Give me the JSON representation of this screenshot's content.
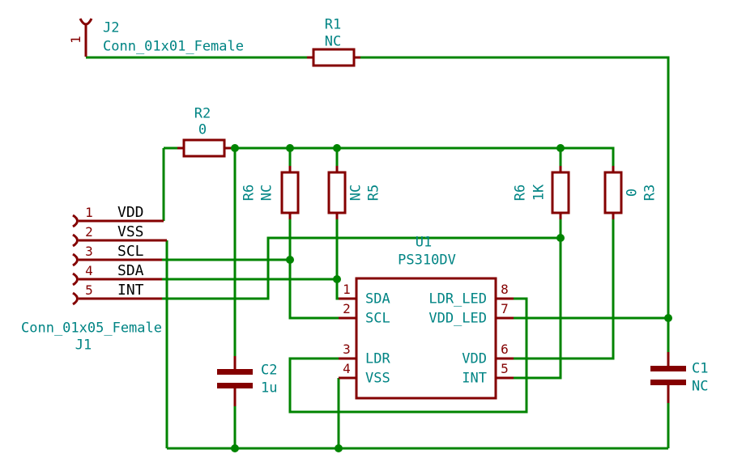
{
  "palette": {
    "wire_green": "#008400",
    "component_red": "#840000",
    "label_teal": "#008484",
    "pin_label_black": "#000000",
    "background": "#ffffff"
  },
  "j2": {
    "ref": "J2",
    "value": "Conn_01x01_Female",
    "pin_number": "1"
  },
  "j1": {
    "ref": "J1",
    "value": "Conn_01x05_Female",
    "pins": [
      {
        "num": "1",
        "label": "VDD"
      },
      {
        "num": "2",
        "label": "VSS"
      },
      {
        "num": "3",
        "label": "SCL"
      },
      {
        "num": "4",
        "label": "SDA"
      },
      {
        "num": "5",
        "label": "INT"
      }
    ]
  },
  "r1": {
    "ref": "R1",
    "value": "NC"
  },
  "r2": {
    "ref": "R2",
    "value": "0"
  },
  "rv1": {
    "ref": "R6",
    "value": "NC"
  },
  "rv2": {
    "ref": "R5",
    "value": "NC"
  },
  "rv3": {
    "ref": "R6",
    "value": "1K"
  },
  "rv4": {
    "ref": "R3",
    "value": "0"
  },
  "c2": {
    "ref": "C2",
    "value": "1u"
  },
  "c1": {
    "ref": "C1",
    "value": "NC"
  },
  "u1": {
    "ref": "U1",
    "value": "PS310DV",
    "left_pins": [
      {
        "num": "1",
        "name": "SDA"
      },
      {
        "num": "2",
        "name": "SCL"
      },
      {
        "num": "3",
        "name": "LDR"
      },
      {
        "num": "4",
        "name": "VSS"
      }
    ],
    "right_pins": [
      {
        "num": "8",
        "name": "LDR_LED"
      },
      {
        "num": "7",
        "name": "VDD_LED"
      },
      {
        "num": "6",
        "name": "VDD"
      },
      {
        "num": "5",
        "name": "INT"
      }
    ]
  }
}
